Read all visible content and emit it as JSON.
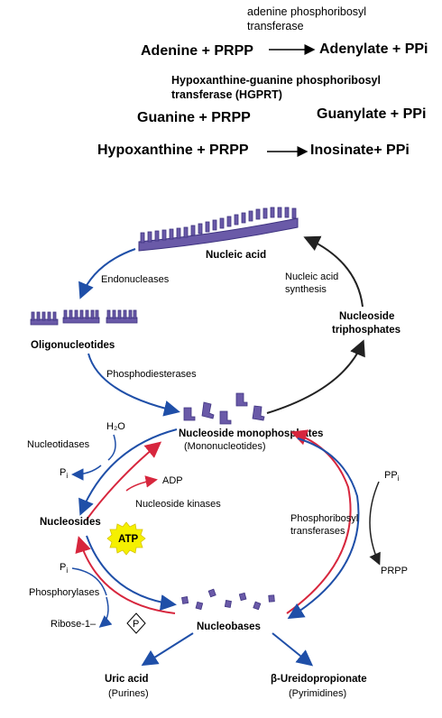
{
  "reactions": {
    "enzyme1_line1": "adenine phosphoribosyl",
    "enzyme1_line2": "transferase",
    "r1_left": "Adenine + PRPP",
    "r1_right": "Adenylate + PPi",
    "enzyme2_line1": "Hypoxanthine-guanine phosphoribosyl",
    "enzyme2_line2": "transferase (HGPRT)",
    "r2_left": "Guanine + PRPP",
    "r2_right": "Guanylate + PPi",
    "r3_left": "Hypoxanthine + PRPP",
    "r3_right": "Inosinate+  PPi"
  },
  "diagram": {
    "nucleic_acid": "Nucleic acid",
    "endonucleases": "Endonucleases",
    "nucleic_acid_synthesis_1": "Nucleic acid",
    "nucleic_acid_synthesis_2": "synthesis",
    "oligonucleotides": "Oligonucleotides",
    "nucleoside_tp_1": "Nucleoside",
    "nucleoside_tp_2": "triphosphates",
    "phosphodiesterases": "Phosphodiesterases",
    "h2o": "H₂O",
    "nucleotidases": "Nucleotidases",
    "nmp_1": "Nucleoside monophosphates",
    "nmp_2": "(Mononucleotides)",
    "pi_1": "P",
    "pi_1_sub": "i",
    "adp": "ADP",
    "nucleoside_kinases": "Nucleoside kinases",
    "atp": "ATP",
    "nucleosides": "Nucleosides",
    "ppi": "PP",
    "ppi_sub": "i",
    "phosphoribosyl_1": "Phosphoribosyl",
    "phosphoribosyl_2": "transferases",
    "prpp": "PRPP",
    "pi_2": "P",
    "pi_2_sub": "i",
    "phosphorylases": "Phosphorylases",
    "ribose": "Ribose-1–",
    "phosphate_symbol": "P",
    "nucleobases": "Nucleobases",
    "uric_acid": "Uric acid",
    "purines": "(Purines)",
    "ureido": "β-Ureidopropionate",
    "pyrimidines": "(Pyrimidines)"
  },
  "colors": {
    "blue": "#1f4fa8",
    "red": "#d7263d",
    "purple": "#6a5aa8",
    "atp": "#f5f000"
  }
}
